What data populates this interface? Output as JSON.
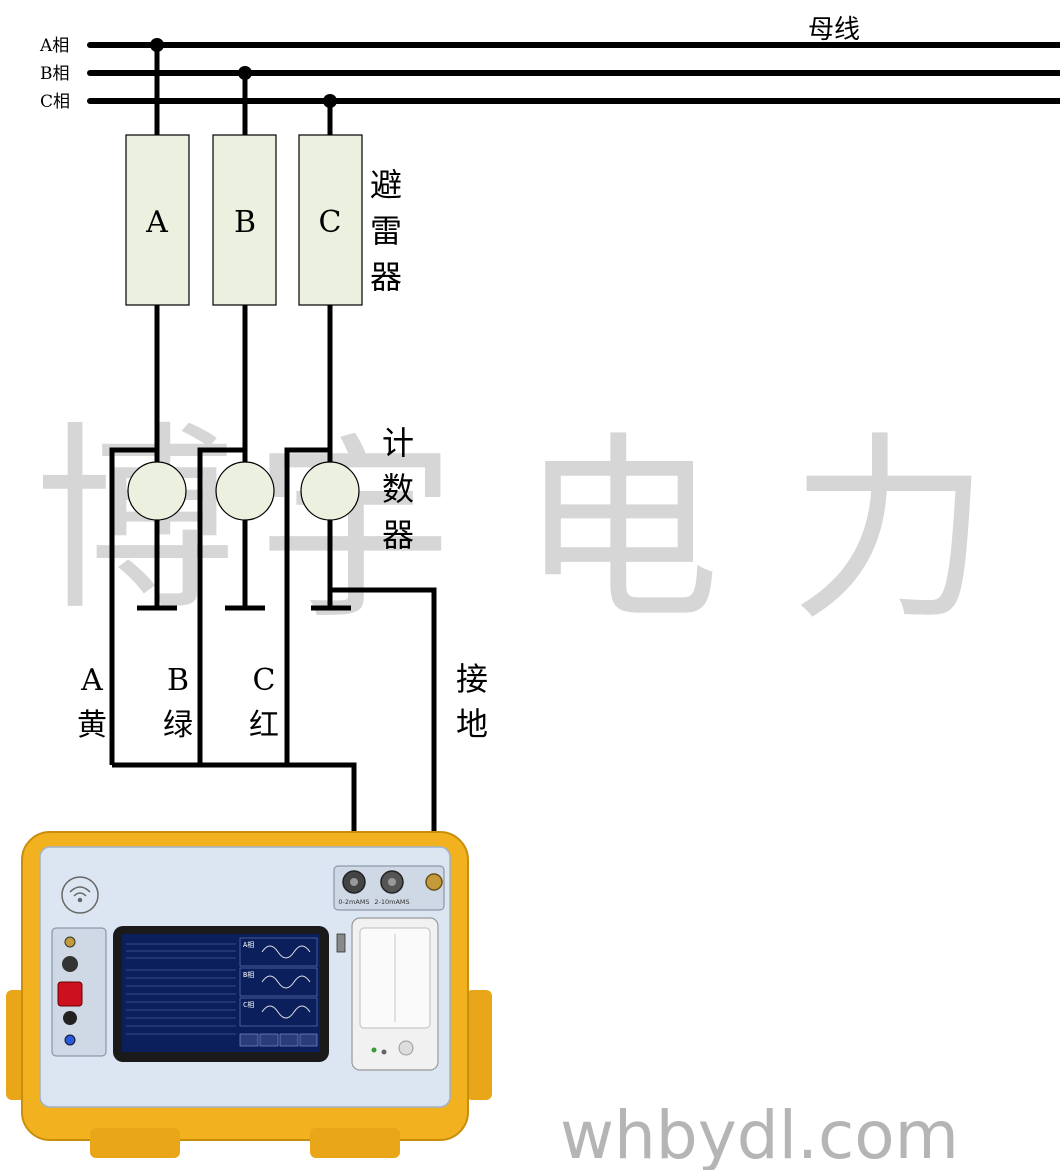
{
  "busbar": {
    "title": "母线",
    "phase_labels": [
      "A相",
      "B相",
      "C相"
    ]
  },
  "arresters": {
    "labels": [
      "A",
      "B",
      "C"
    ],
    "caption": [
      "避",
      "雷",
      "器"
    ]
  },
  "counters": {
    "caption": [
      "计",
      "数",
      "器"
    ]
  },
  "leads": [
    {
      "phase": "A",
      "color": "黄"
    },
    {
      "phase": "B",
      "color": "绿"
    },
    {
      "phase": "C",
      "color": "红"
    }
  ],
  "ground": {
    "caption": [
      "接",
      "地"
    ]
  },
  "watermark": {
    "chars": [
      "博",
      "宇",
      "电",
      "力"
    ],
    "url": "whbydl.com"
  },
  "instrument": {
    "port_labels": [
      "0-2mAMS",
      "2-10mAMS"
    ],
    "screen_phase_tabs": [
      "A相",
      "B相",
      "C相"
    ]
  },
  "colors": {
    "line": "#000000",
    "arrester_fill": "#ebf1de",
    "case_yellow": "#f2b21f",
    "panel_blue": "#dce6f2",
    "lcd_bg": "#0a1f5c",
    "watermark_gray": "#c8c8c8"
  }
}
